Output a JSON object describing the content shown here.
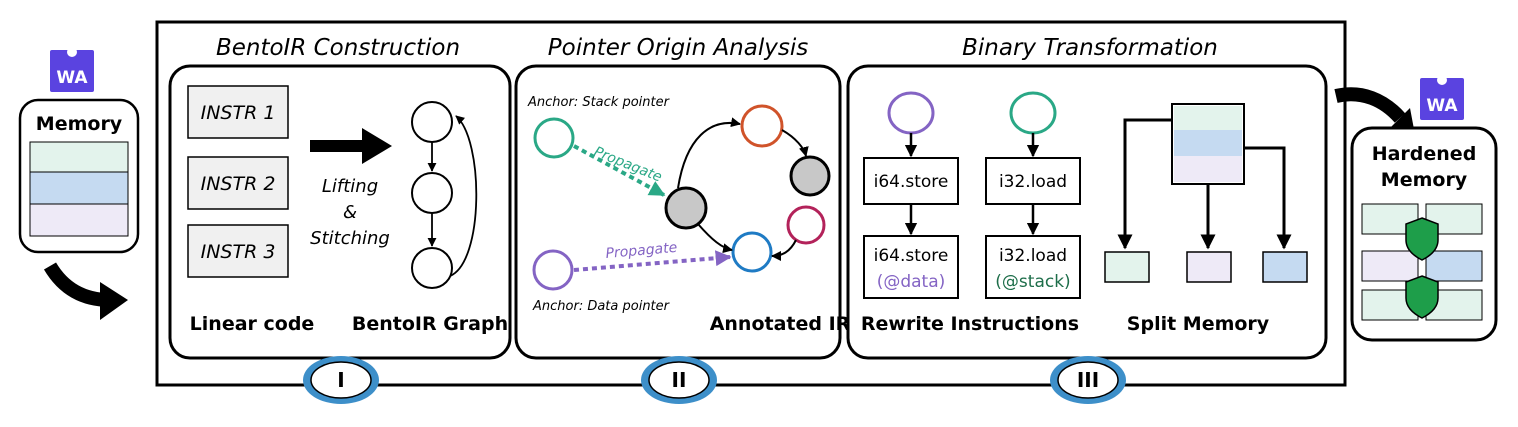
{
  "sections": {
    "construction": {
      "title": "BentoIR Construction",
      "instructions": [
        "INSTR 1",
        "INSTR 2",
        "INSTR 3"
      ],
      "transform_lines": [
        "Lifting",
        "&",
        "Stitching"
      ],
      "linear_label": "Linear code",
      "graph_label": "BentoIR Graph",
      "numeral": "I"
    },
    "analysis": {
      "title": "Pointer Origin Analysis",
      "anchor_stack": "Anchor: Stack pointer",
      "anchor_data": "Anchor: Data pointer",
      "propagate_top": "Propagate",
      "propagate_bottom": "Propagate",
      "result_label": "Annotated IR",
      "numeral": "II"
    },
    "transformation": {
      "title": "Binary Transformation",
      "store_original": "i64.store",
      "store_rewritten": "i64.store",
      "store_tag": "(@data)",
      "load_original": "i32.load",
      "load_rewritten": "i32.load",
      "load_tag": "(@stack)",
      "rewrite_label": "Rewrite Instructions",
      "split_label": "Split Memory",
      "numeral": "III"
    }
  },
  "input": {
    "badge": "WA",
    "label": "Memory"
  },
  "output": {
    "badge": "WA",
    "label_lines": [
      "Hardened",
      "Memory"
    ]
  },
  "colors": {
    "green_node": "#2aa886",
    "purple_node": "#8464c4",
    "red_node": "#d0532a",
    "magenta_node": "#b3225a",
    "blue_node": "#1f7bc4",
    "mem_green": "#e3f3ec",
    "mem_blue": "#c5daf1",
    "mem_lavender": "#eeeaf7",
    "badge": "#5a43e0",
    "shield": "#1e9e4a",
    "numeral_ring": "#3d8fc9"
  }
}
